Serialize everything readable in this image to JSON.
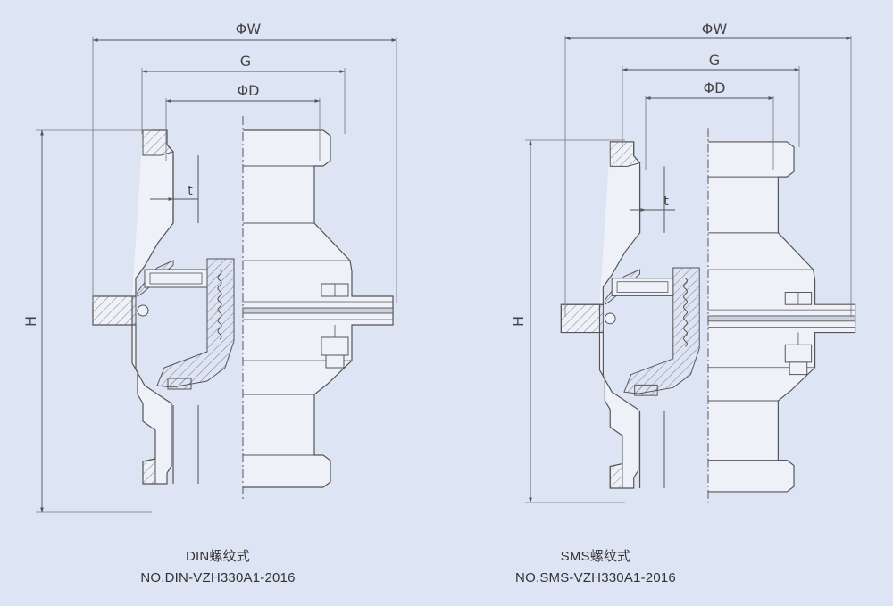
{
  "views": [
    {
      "caption_type": "DIN螺纹式",
      "caption_no": "NO.DIN-VZH330A1-2016",
      "labels": {
        "W": "ΦW",
        "G": "G",
        "D": "ΦD",
        "t": "t",
        "H": "H"
      }
    },
    {
      "caption_type": "SMS螺纹式",
      "caption_no": "NO.SMS-VZH330A1-2016",
      "labels": {
        "W": "ΦW",
        "G": "G",
        "D": "ΦD",
        "t": "t",
        "H": "H"
      }
    }
  ],
  "colors": {
    "background": "#dde4f3",
    "line": "#555555",
    "fill": "#eef1f8"
  }
}
